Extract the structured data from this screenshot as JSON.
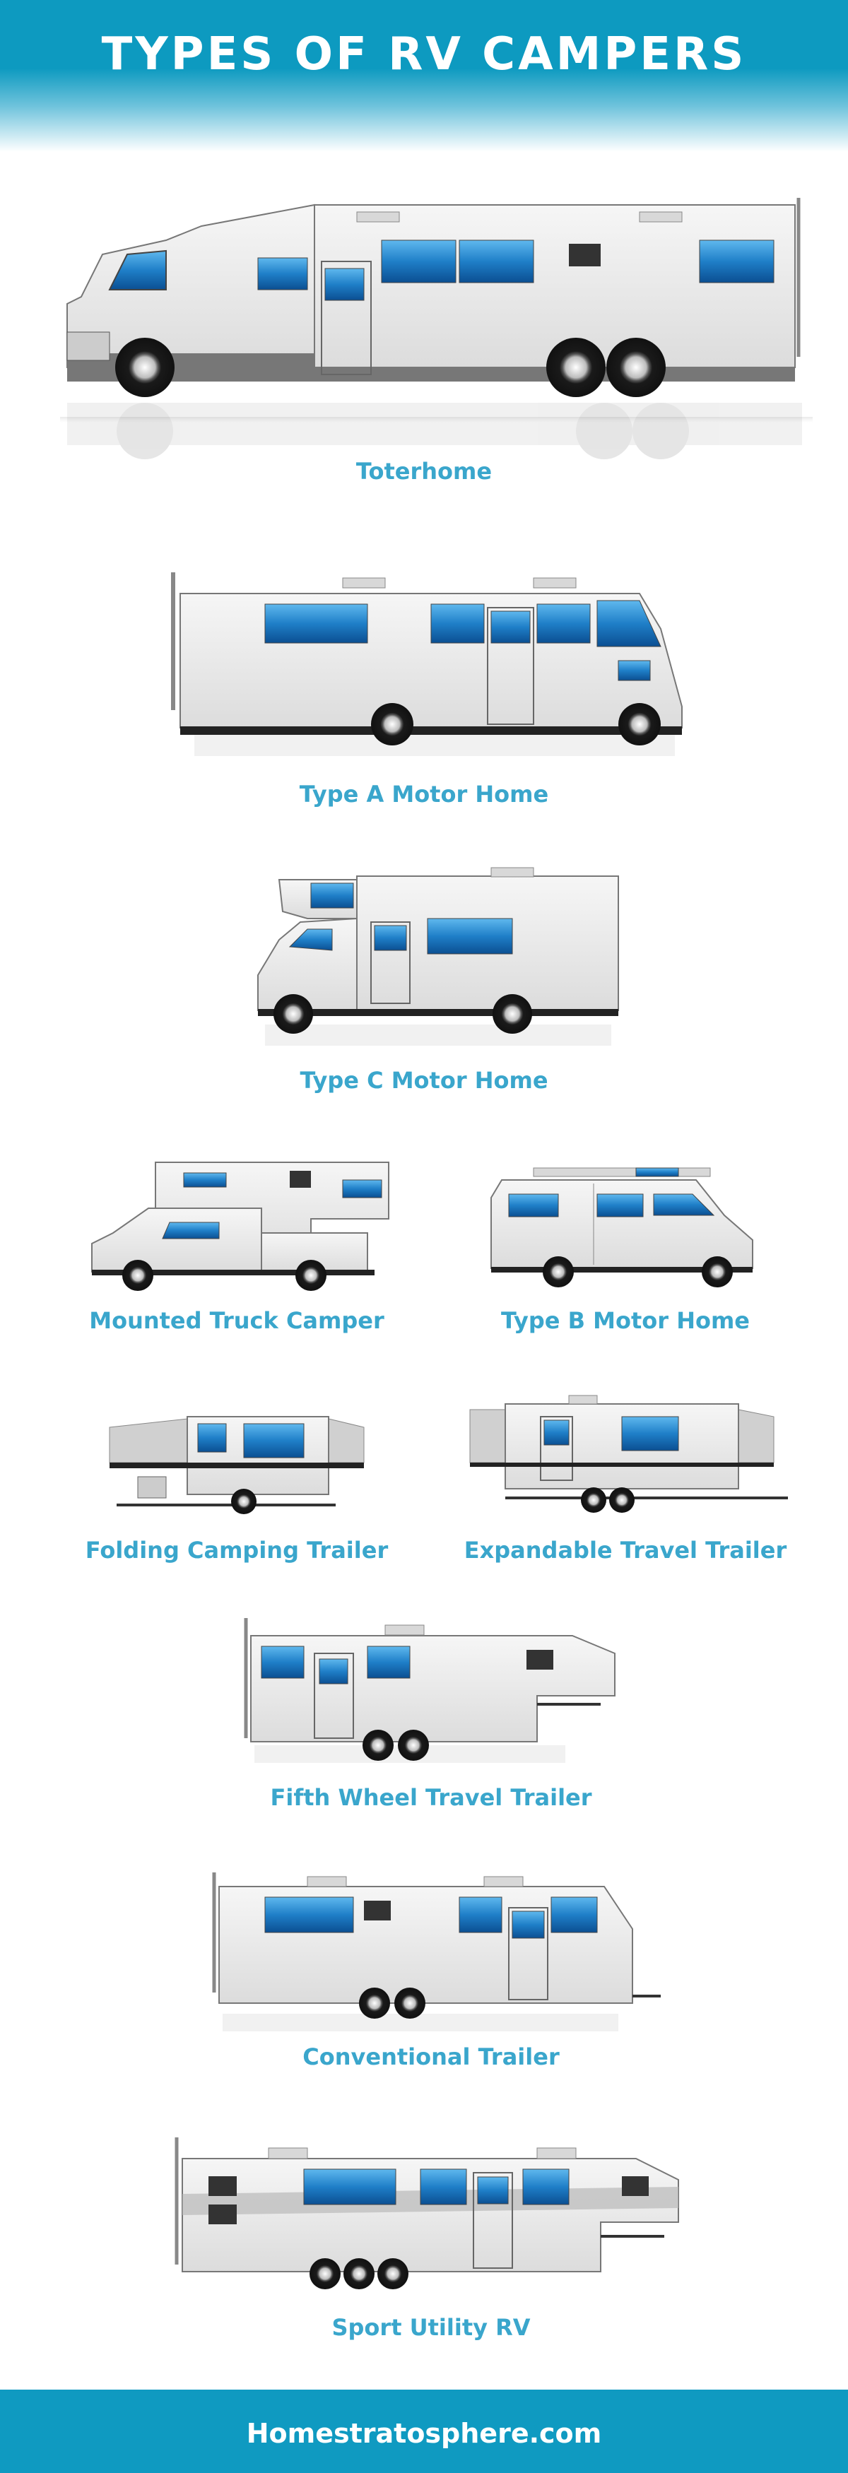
{
  "header": {
    "title": "TYPES OF RV CAMPERS"
  },
  "vehicles": [
    {
      "label": "Toterhome"
    },
    {
      "label": "Type A Motor Home"
    },
    {
      "label": "Type C Motor Home"
    },
    {
      "label": "Mounted Truck Camper"
    },
    {
      "label": "Type B Motor Home"
    },
    {
      "label": "Folding Camping Trailer"
    },
    {
      "label": "Expandable Travel Trailer"
    },
    {
      "label": "Fifth Wheel Travel Trailer"
    },
    {
      "label": "Conventional Trailer"
    },
    {
      "label": "Sport Utility RV"
    }
  ],
  "footer": {
    "site": "Homestratosphere.com"
  },
  "colors": {
    "brand": "#0d9ac0",
    "label": "#3aa6cc",
    "window": "#1f7fc8",
    "body": "#e9e9e9"
  }
}
